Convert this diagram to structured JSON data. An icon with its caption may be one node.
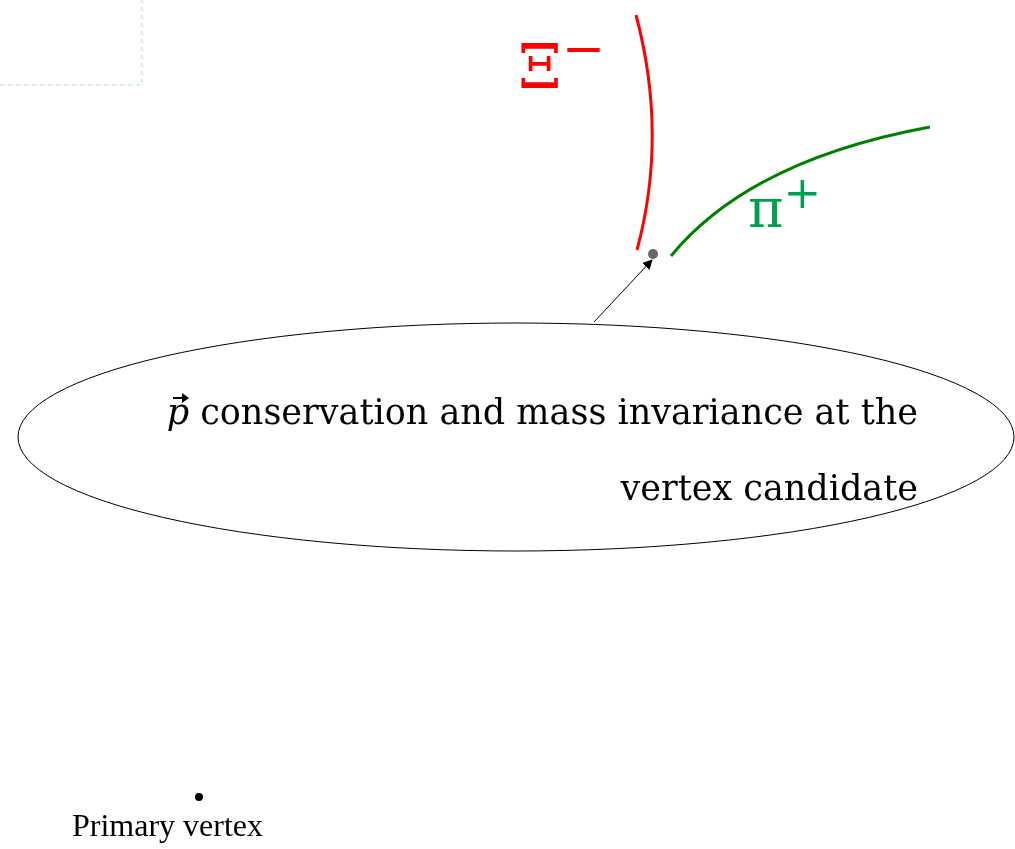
{
  "diagram": {
    "nodes": [
      {
        "text": [
          "p⃗ conservation and mass invariance at the vertex candidate"
        ]
      },
      {
        "text": [],
        "shape": "circle"
      }
    ],
    "edges": [
      {
        "from": 0,
        "to": 1,
        "arrow": "to"
      }
    ],
    "labels": [
      "Ξ$^{−}$",
      "π$^{+}$",
      "Primary vertex"
    ]
  }
}
